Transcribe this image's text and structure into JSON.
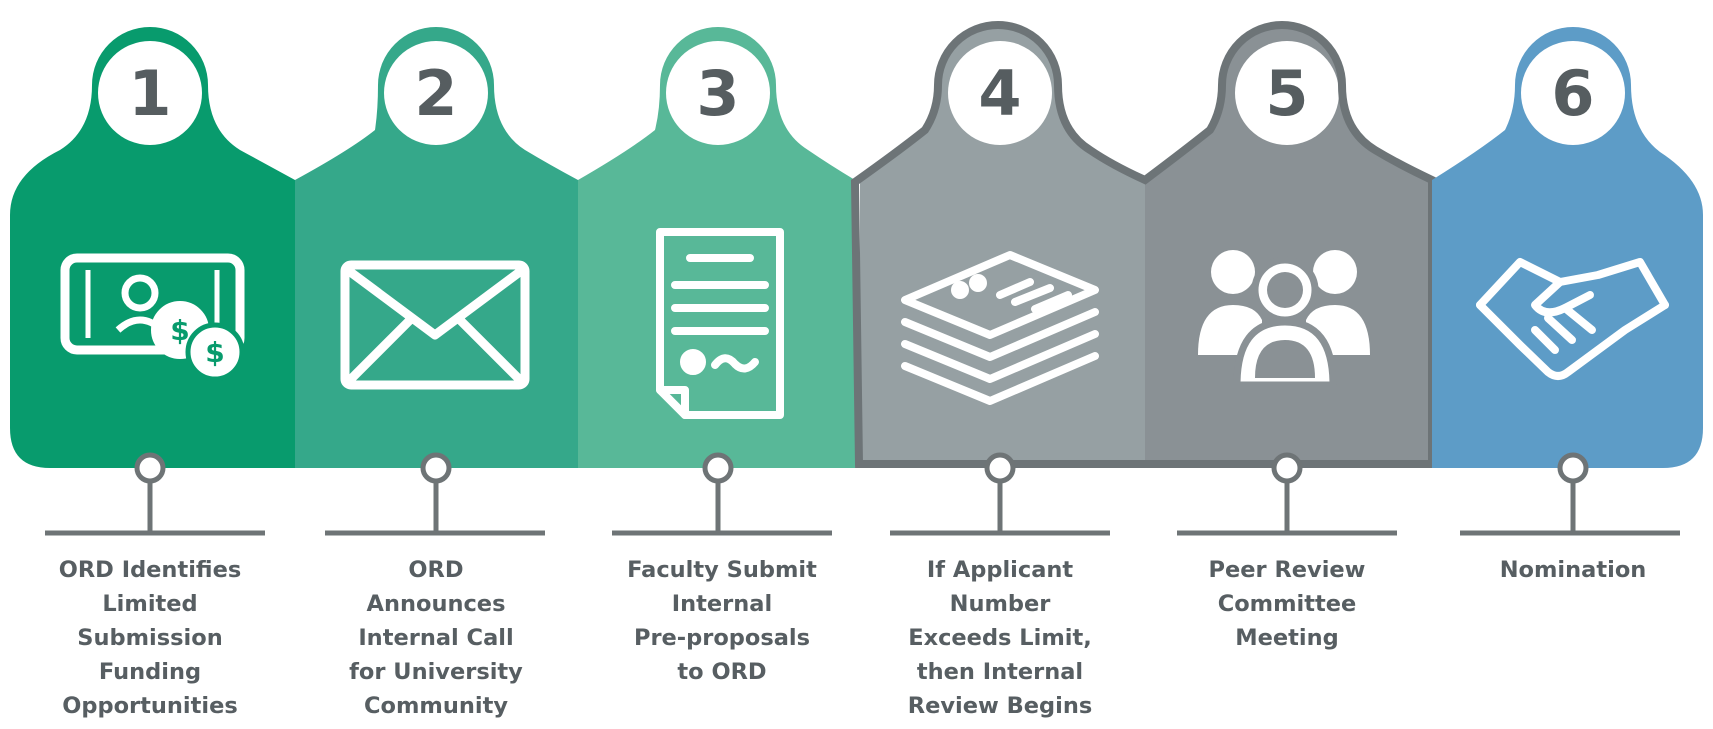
{
  "steps": [
    {
      "number": "1",
      "color": "#089b6d",
      "icon": "money-icon",
      "label": "ORD Identifies\nLimited\nSubmission\nFunding\nOpportunities"
    },
    {
      "number": "2",
      "color": "#35a88a",
      "icon": "envelope-icon",
      "label": "ORD\nAnnounces\nInternal Call\nfor University\nCommunity"
    },
    {
      "number": "3",
      "color": "#58b898",
      "icon": "document-icon",
      "label": "Faculty Submit\nInternal\nPre-proposals\nto ORD"
    },
    {
      "number": "4",
      "color": "#96a0a3",
      "icon": "stack-of-papers-icon",
      "label": "If Applicant\nNumber\nExceeds Limit,\nthen Internal\nReview Begins"
    },
    {
      "number": "5",
      "color": "#8a9195",
      "icon": "people-group-icon",
      "label": "Peer Review\nCommittee\nMeeting"
    },
    {
      "number": "6",
      "color": "#5d9cc7",
      "icon": "handshake-icon",
      "label": "Nomination"
    }
  ],
  "colors": {
    "connector": "#6e7476",
    "label_text": "#575e62",
    "number_text": "#565d60",
    "outline": "#6d7477"
  }
}
